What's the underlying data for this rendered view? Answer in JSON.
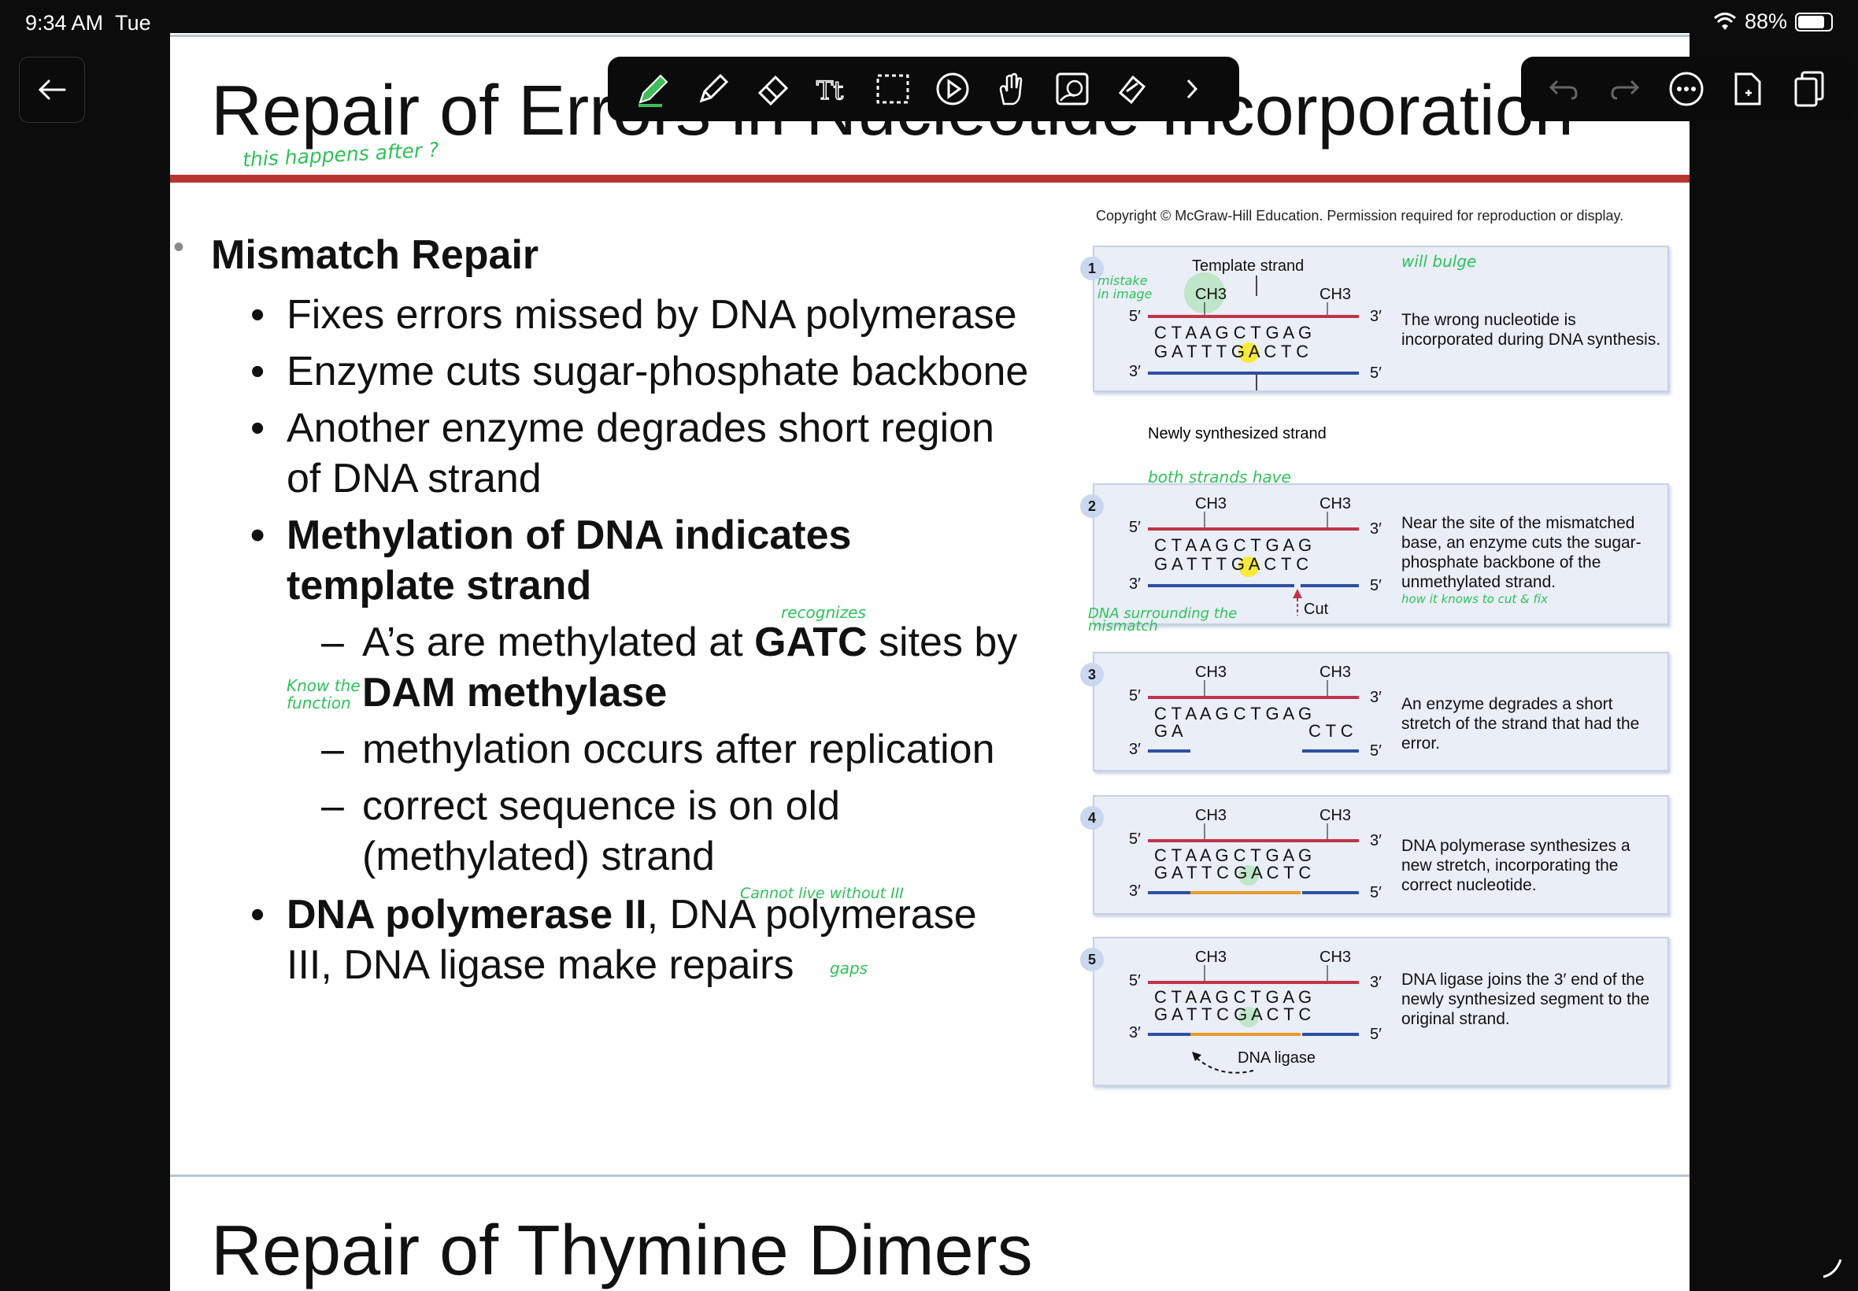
{
  "status_bar": {
    "time": "9:34 AM",
    "day": "Tue",
    "battery": "88%"
  },
  "slide": {
    "title": "Repair of Errors in Nucleotide Incorporation",
    "next_title": "Repair of Thymine Dimers",
    "bullets": {
      "main": "Mismatch Repair",
      "b1": "Fixes errors missed by DNA polymerase",
      "b2": "Enzyme cuts sugar-phosphate backbone",
      "b3a": "Another enzyme degrades short region",
      "b3b": "of DNA strand",
      "b4a": "Methylation of DNA indicates",
      "b4b": "template strand",
      "s1a_pre": "A’s are methylated at ",
      "s1a_bold": "GATC",
      "s1a_post": " sites by",
      "s1b": "DAM methylase",
      "s2": "methylation occurs after replication",
      "s3a": "correct sequence is on old",
      "s3b": "(methylated) strand",
      "b5_bold": "DNA polymerase II",
      "b5a_rest": ", DNA polymerase",
      "b5b": "III, DNA ligase make repairs"
    }
  },
  "handwritten": {
    "after": "this happens after ?",
    "recognizes": "recognizes",
    "know1": "Know the",
    "know2": "function",
    "cannot_live": "Cannot live without III",
    "gaps": "gaps",
    "mistake1": "mistake",
    "mistake2": "in image",
    "bulge": "will bulge",
    "both": "both strands have",
    "dna_surr": "DNA surrounding the",
    "mismatch": "mismatch",
    "how": "how it knows to cut & fix"
  },
  "figure": {
    "copyright": "Copyright © McGraw-Hill Education. Permission required for reproduction or display.",
    "methyl": "CH3",
    "top_seq": "C T A A G C T G A G",
    "bottom_seq_wrong": "G A T T T G A C T C",
    "bottom_seq_right": "G A T T C G A C T C",
    "step1": {
      "num": "1",
      "template": "Template strand",
      "new": "Newly synthesized strand",
      "desc": "The wrong nucleotide is incorporated during DNA synthesis."
    },
    "step2": {
      "num": "2",
      "cut": "Cut",
      "desc": "Near the site of the mismatched base, an enzyme cuts the sugar-phosphate backbone of the unmethylated strand."
    },
    "step3": {
      "num": "3",
      "left": "G A",
      "right": "C T C",
      "desc": "An enzyme degrades a short stretch of the strand that had the error."
    },
    "step4": {
      "num": "4",
      "desc": "DNA polymerase synthesizes a new stretch, incorporating the correct nucleotide."
    },
    "step5": {
      "num": "5",
      "ligase": "DNA ligase",
      "desc": "DNA ligase joins the 3′ end of the newly synthesized segment to the original strand."
    },
    "ends": {
      "five": "5′",
      "three": "3′"
    }
  },
  "toolbar": {
    "tools": [
      "pen-icon",
      "highlighter-icon",
      "eraser-icon",
      "text-icon",
      "lasso-icon",
      "play-icon",
      "hand-icon",
      "shape-icon",
      "laser-icon",
      "chevron-right-icon"
    ],
    "right_tools": [
      "undo-icon",
      "redo-icon",
      "more-icon",
      "add-page-icon",
      "pages-icon"
    ]
  },
  "colors": {
    "accent_red": "#b6362d",
    "handwriting": "#2fc25a",
    "strand_red": "#c0344a",
    "strand_blue": "#2e4fa3",
    "new_strand": "#e89a2c"
  }
}
